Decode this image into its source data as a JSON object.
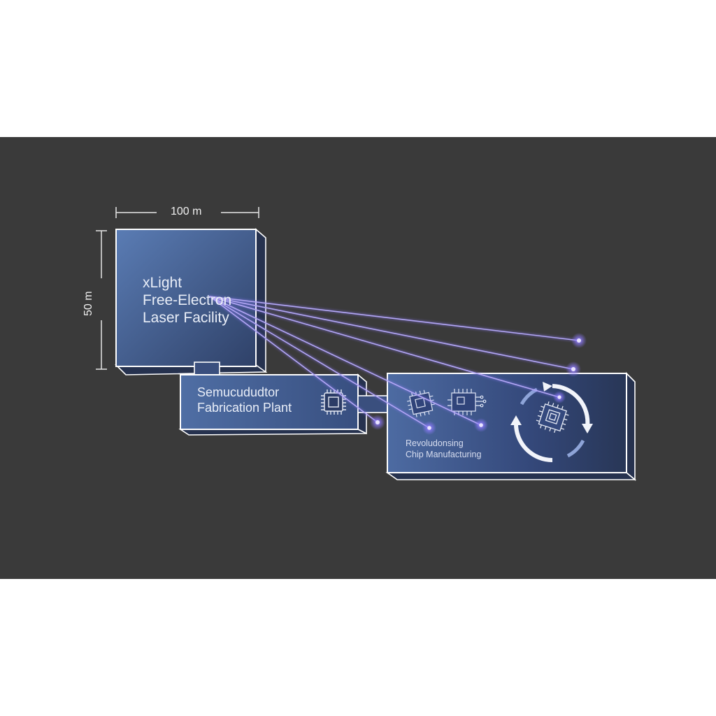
{
  "dimensions": {
    "width": "100 m",
    "height": "50 m"
  },
  "facility": {
    "line1": "xLight",
    "line2": "Free-Electron",
    "line3": "Laser Facility"
  },
  "fab": {
    "line1": "Semucududtor",
    "line2": "Fabrication Plant"
  },
  "revolution": {
    "line1": "Revoludonsing",
    "line2": "Chip Manufacturing"
  },
  "colors": {
    "background_band": "#3a3a3a",
    "panel_light": "#5576ac",
    "panel_dark": "#2e3f66",
    "outline": "#ffffff",
    "laser_beam": "#a99bf0",
    "laser_glow": "#8f7bff"
  },
  "icons": [
    "chip-icon",
    "circuit-board-icon",
    "refresh-cycle-icon"
  ]
}
